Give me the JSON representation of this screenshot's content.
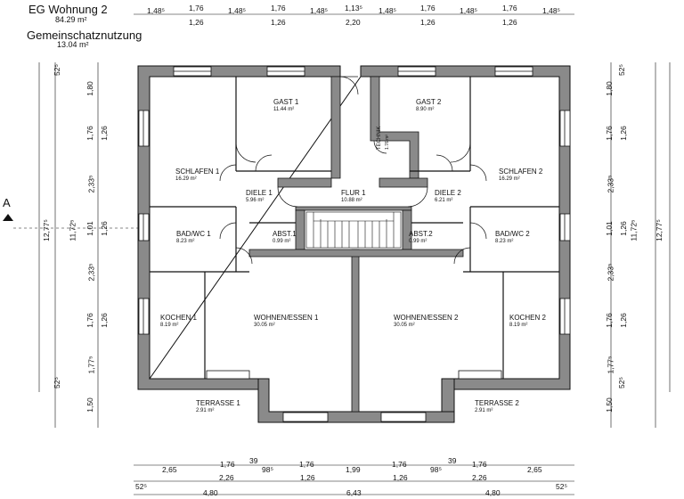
{
  "header": {
    "unit_title": "EG Wohnung 2",
    "unit_area": "84.29 m²",
    "common_title": "Gemeinschatznutzung",
    "common_area": "13.04 m²"
  },
  "section_marker": "A",
  "rooms": {
    "gast1": {
      "name": "GAST 1",
      "area": "11.44 m²"
    },
    "gast2": {
      "name": "GAST 2",
      "area": "8.90 m²"
    },
    "technik": {
      "name": "TECHNIK",
      "area": "1.76 m²"
    },
    "schlafen1": {
      "name": "SCHLAFEN 1",
      "area": "16.29 m²"
    },
    "schlafen2": {
      "name": "SCHLAFEN 2",
      "area": "16.29 m²"
    },
    "diele1": {
      "name": "DIELE 1",
      "area": "5.96 m²"
    },
    "diele2": {
      "name": "DIELE 2",
      "area": "6.21 m²"
    },
    "flur1": {
      "name": "FLUR 1",
      "area": "10.88 m²"
    },
    "abst1": {
      "name": "ABST.1",
      "area": "0.99 m²"
    },
    "abst2": {
      "name": "ABST.2",
      "area": "0.99 m²"
    },
    "badwc1": {
      "name": "BAD/WC 1",
      "area": "8.23 m²"
    },
    "badwc2": {
      "name": "BAD/WC 2",
      "area": "8.23 m²"
    },
    "kochen1": {
      "name": "KOCHEN 1",
      "area": "8.19 m²"
    },
    "kochen2": {
      "name": "KOCHEN 2",
      "area": "8.19 m²"
    },
    "wohnen1": {
      "name": "WOHNEN/ESSEN 1",
      "area": "30.05 m²"
    },
    "wohnen2": {
      "name": "WOHNEN/ESSEN 2",
      "area": "30.05 m²"
    },
    "terrasse1": {
      "name": "TERRASSE 1",
      "area": "2.91 m²"
    },
    "terrasse2": {
      "name": "TERRASSE 2",
      "area": "2.91 m²"
    }
  },
  "dims_top": {
    "row1": [
      "1,48⁵",
      "1,76",
      "1,48⁵",
      "1,76",
      "1,48⁵",
      "1,13⁵",
      "1,48⁵",
      "1,76",
      "1,48⁵",
      "1,76",
      "1,48⁵"
    ],
    "row2": [
      "1,26",
      "1,26",
      "2,20",
      "1,26",
      "1,26"
    ]
  },
  "dims_bottom": {
    "row1": [
      "2,65",
      "1,76",
      "39",
      "98⁵",
      "1,76",
      "1,99",
      "1,76",
      "98⁵",
      "39",
      "1,76",
      "2,65"
    ],
    "row2": [
      "2,26",
      "1,26",
      "1,26",
      "2,26"
    ],
    "row3": [
      "52⁵",
      "4,80",
      "6,43",
      "4,80",
      "52⁵"
    ]
  },
  "dims_left": {
    "outer": [
      "52⁵",
      "1,80",
      "1,76",
      "2,33⁵",
      "1,01",
      "2,33⁵",
      "1,76",
      "1,77⁵",
      "52⁵",
      "1,50"
    ],
    "inner": [
      "1,26",
      "1,26",
      "1,26"
    ],
    "total_outer": "12,77⁵",
    "total_inner": "11,72⁵"
  },
  "dims_right": {
    "outer": [
      "52⁵",
      "1,80",
      "1,76",
      "2,33⁵",
      "1,01",
      "2,33⁵",
      "1,76",
      "1,77⁵",
      "52⁵",
      "1,50"
    ],
    "inner": [
      "1,26",
      "1,26",
      "1,26"
    ],
    "total_inner": "11,72⁵",
    "total_outer": "12,77⁵"
  }
}
